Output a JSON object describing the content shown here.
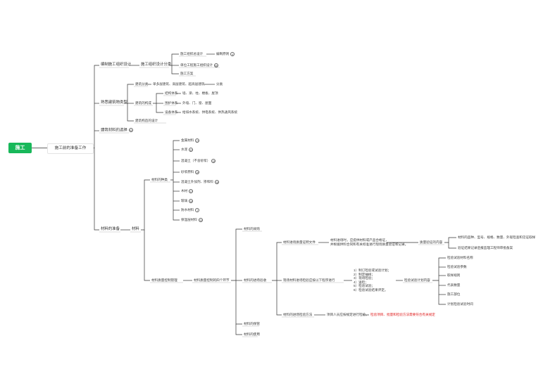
{
  "root": "施工",
  "main": "施工前的准备工作",
  "l2": {
    "prep_design": "编制施工组织设计",
    "building_class": "熟悉建筑物类型",
    "material_select": "建筑材料的选择",
    "material_select_badge": "93",
    "materials": "材料的准备"
  },
  "design": {
    "category": "施工组织设计分类",
    "overall": "施工组织总设计",
    "overall_leaf": "编制原则",
    "overall_badge": "6",
    "unit": "单位工程施工组织设计",
    "unit_badge": "88",
    "plan": "施工方案"
  },
  "building": {
    "classify": "建筑分类",
    "classify_detail": "单多层建筑、高层建筑、超高层建筑",
    "classify_leaf": "分类",
    "structure": "建筑的构成",
    "bearing": "结构体系",
    "bearing_detail": "墙、梁、柱、楼板、屋顶",
    "envelope": "围护体系",
    "envelope_detail": "外墙、门、窗、屋面",
    "equipment": "设备体系",
    "equipment_detail": "给排水系统、供电系统、供热通风系统",
    "layout": "建筑构造的设计"
  },
  "mat": {
    "material": "材料",
    "kinds": "材料的种类",
    "items": [
      {
        "label": "金属材料",
        "badge": "27"
      },
      {
        "label": "水泥",
        "badge": "33"
      },
      {
        "label": "混凝土（不含砂浆）",
        "badge": "33"
      },
      {
        "label": "砂浆原料",
        "badge": "29"
      },
      {
        "label": "混凝土外加剂、掺和料",
        "badge": "28"
      },
      {
        "label": "木材",
        "badge": "27"
      },
      {
        "label": "玻璃",
        "badge": "28"
      },
      {
        "label": "防水材料",
        "badge": "7"
      },
      {
        "label": "保温层材料",
        "badge": "23"
      }
    ],
    "quality_mgmt": "材料质量控制管理",
    "four_links": "材料质量控制的四个环节"
  },
  "links": {
    "purchase": "材料的采购",
    "acceptance": "材料的进场验收",
    "storage": "材料的保管",
    "use": "材料的使用"
  },
  "accept": {
    "quality_doc": "材料进场质量证明文件",
    "quality_doc_desc_1": "材料进场时，应提供材料或产品合格证，",
    "quality_doc_desc_2": "并根据供料合同和有关标准进行现场质量验证和记录。",
    "recheck_content": "质量验证的内容",
    "recheck_a": "材料的品种、型号、规格、数量、外观检查和见证取样",
    "recheck_b": "验证结果记录后报监理工程师审批备案",
    "sampling_intro": "现场材料进场检验应按以下程序进行",
    "steps": [
      "1）制订检验或试验计划；",
      "2）制定抽样；",
      "3）现场检验；",
      "4）送检；",
      "5）检验试验；",
      "6）检验试验结果评定。"
    ],
    "plan_content": "检验试验计划内容",
    "plan_items": [
      "检验试验材料名称",
      "检验试验参数",
      "取样规则",
      "代表数量",
      "施工部位",
      "计划检验试验时间"
    ],
    "entry_check": "材料的进场检验方法",
    "entry_check_desc": "项目人员应按规定进行检验，",
    "entry_check_red": "检验项目、批量和检验方法需要符合有关规定"
  }
}
